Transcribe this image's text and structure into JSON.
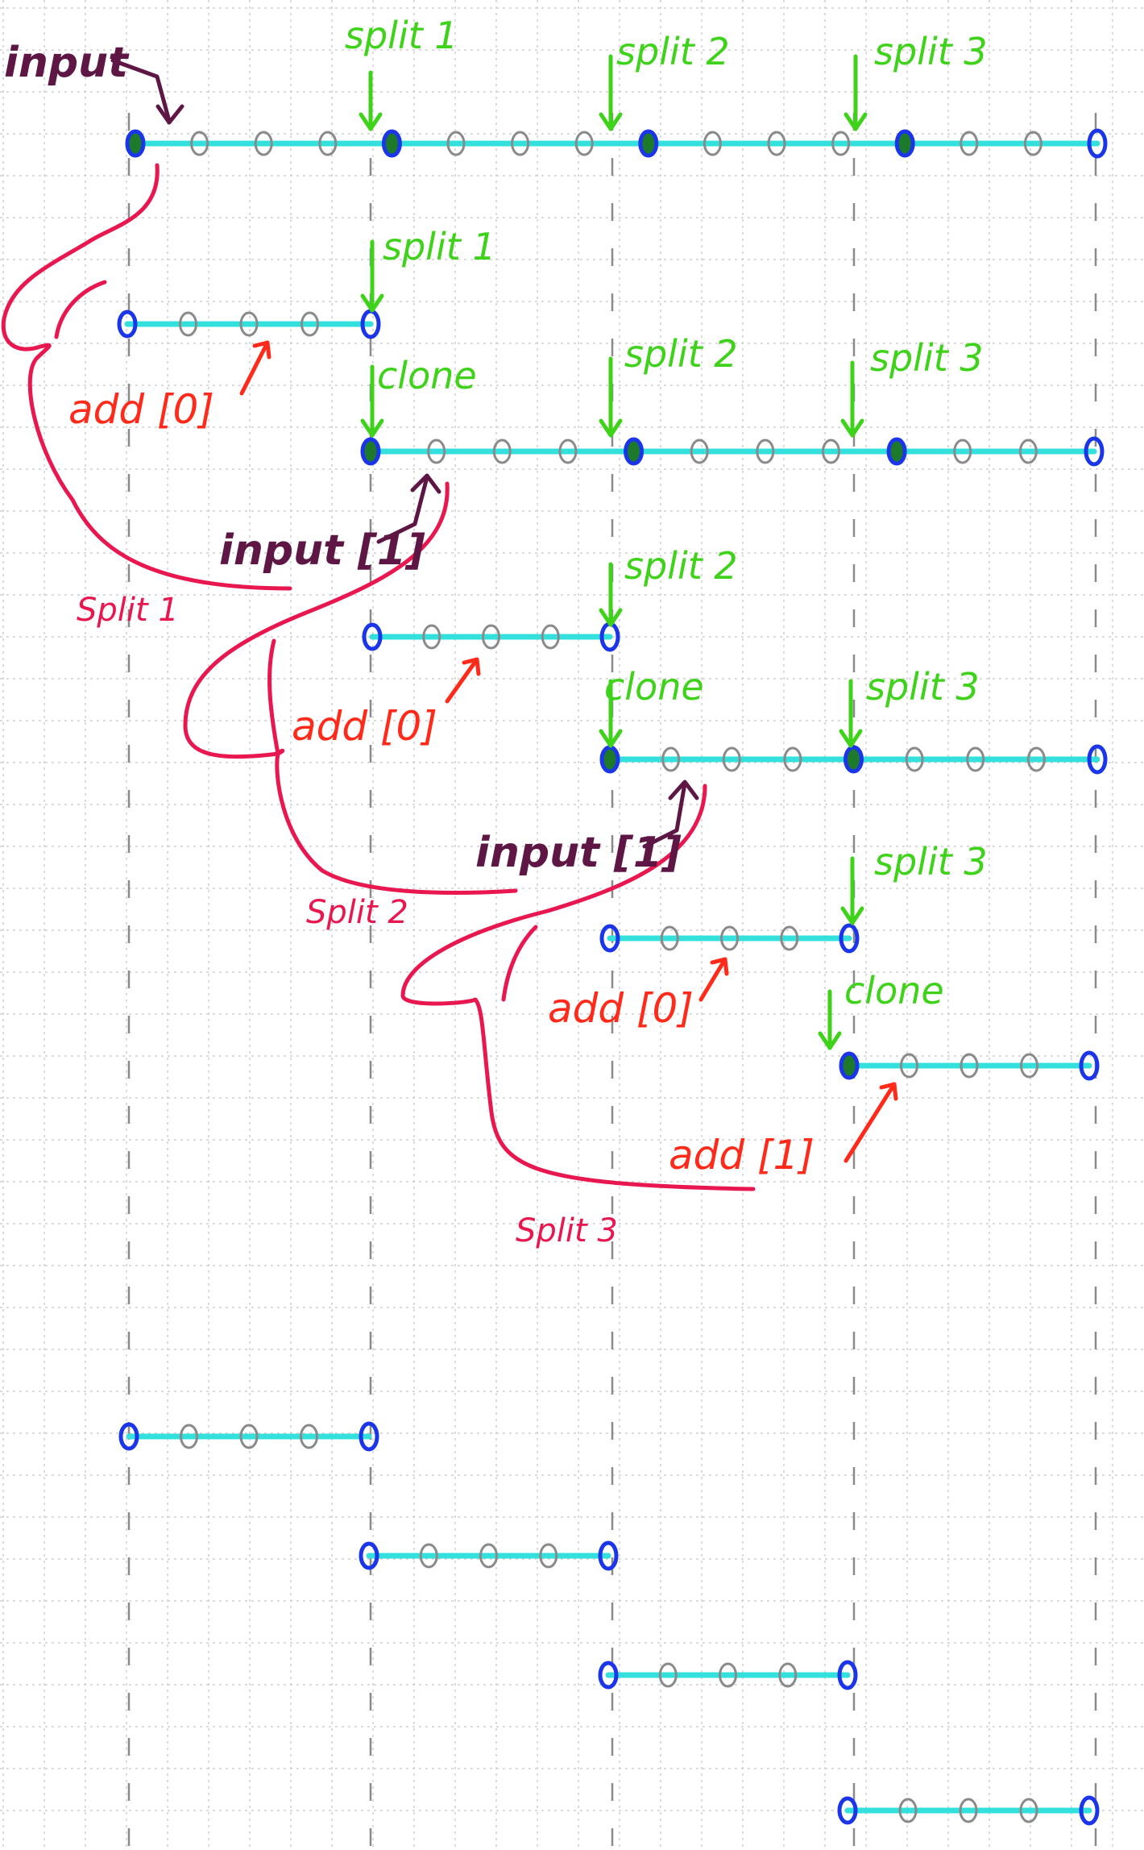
{
  "colors": {
    "paper": "#ffffff",
    "grid": "#cfcfcf",
    "guide": "#8a8a8a",
    "segment_line": "#33e0dc",
    "endpoint_node": "#1a36e8",
    "inner_node": "#8a8a8a",
    "split_marker": "#3fd21a",
    "clone_marker": "#3fd21a",
    "add_label": "#ff2a1a",
    "split_bracket": "#e8174f",
    "input_label": "#5e1745"
  },
  "labels": {
    "input": "input",
    "split1": "split 1",
    "split2": "split 2",
    "split3": "split 3",
    "clone": "clone",
    "add0": "add [0]",
    "add1": "add [1]",
    "input1": "input [1]",
    "bracket_split1": "Split 1",
    "bracket_split2": "Split 2",
    "bracket_split3": "Split 3"
  }
}
